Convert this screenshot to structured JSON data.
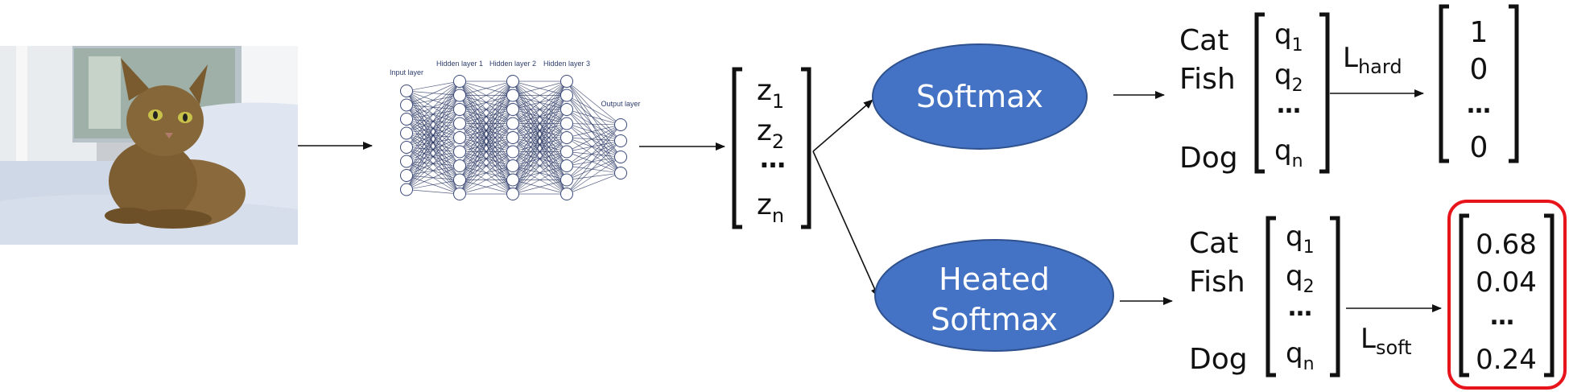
{
  "network": {
    "input_label": "Input layer",
    "hidden1_label": "Hidden layer 1",
    "hidden2_label": "Hidden layer 2",
    "hidden3_label": "Hidden layer 3",
    "output_label": "Output layer"
  },
  "logits": {
    "z1": "z",
    "z1_sub": "1",
    "z2": "z",
    "z2_sub": "2",
    "dots": "…",
    "zn": "z",
    "zn_sub": "n"
  },
  "softmax": {
    "label": "Softmax"
  },
  "heated": {
    "line1": "Heated",
    "line2": "Softmax"
  },
  "top_classes": {
    "cat": "Cat",
    "fish": "Fish",
    "dog": "Dog"
  },
  "bottom_classes": {
    "cat": "Cat",
    "fish": "Fish",
    "dog": "Dog"
  },
  "q_vec": {
    "q": "q",
    "s1": "1",
    "s2": "2",
    "sn": "n",
    "dots": "…"
  },
  "loss_hard": {
    "main": "L",
    "sub": "hard"
  },
  "loss_soft": {
    "main": "L",
    "sub": "soft"
  },
  "hard_target": {
    "v1": "1",
    "v2": "0",
    "dots": "…",
    "v3": "0"
  },
  "soft_target": {
    "v1": "0.68",
    "v2": "0.04",
    "dots": "…",
    "v3": "0.24"
  },
  "colors": {
    "ellipse_fill": "#4472c4",
    "ellipse_stroke": "#2f528f",
    "highlight": "#e8141b",
    "network": "#1f2d5c"
  }
}
